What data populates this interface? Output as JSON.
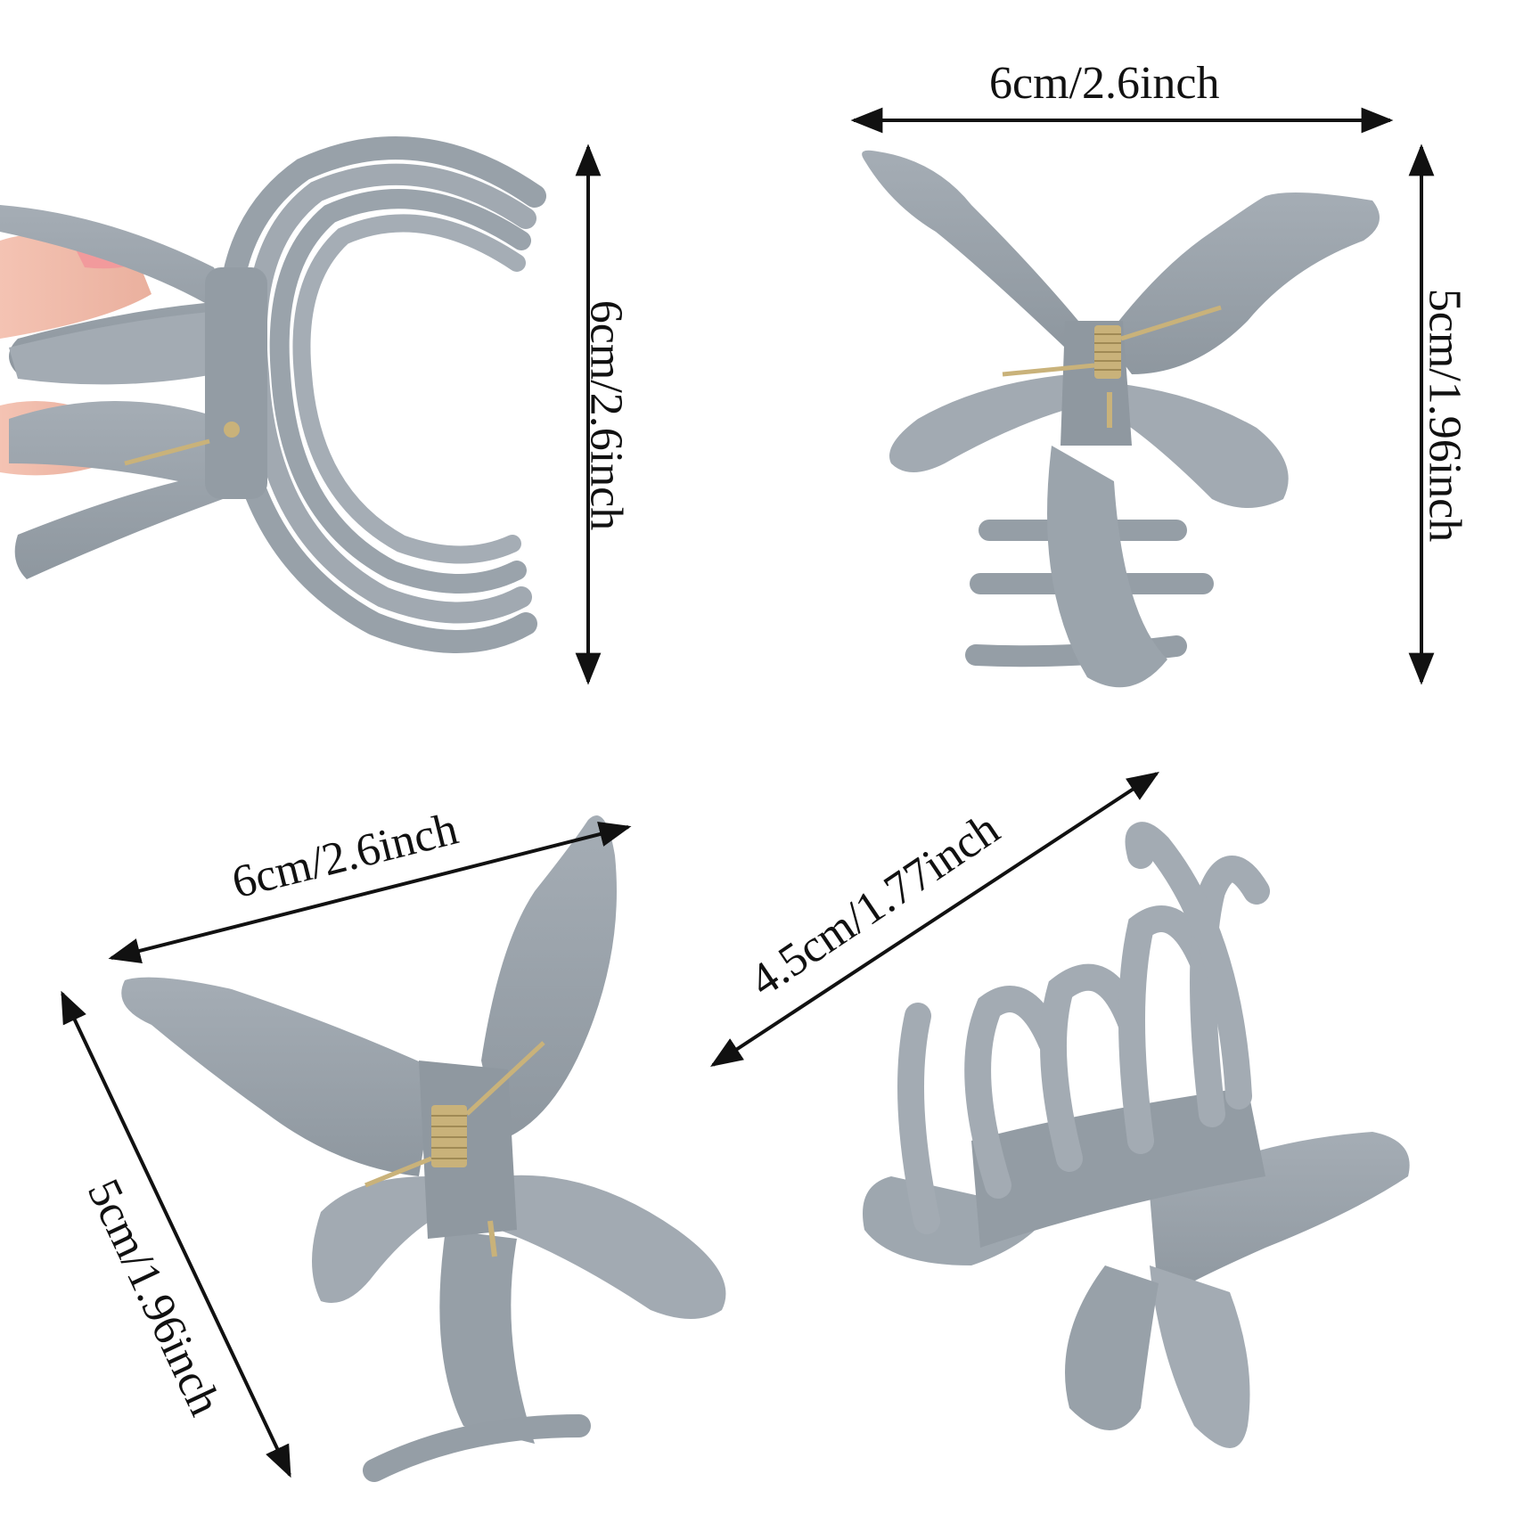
{
  "image": {
    "description": "Product photo of a grey matte butterfly hair claw clip shown from four angles with dimension annotations",
    "background_color": "#ffffff",
    "clip_color": "#9aa3ab",
    "clip_shadow_color": "#838c95",
    "spring_color": "#c9b27a",
    "skin_color": "#f0b9a8",
    "nail_color": "#f29a9c",
    "annotation_color": "#111111"
  },
  "views": [
    {
      "id": "open-side-view",
      "position": "top-left",
      "description": "Clip held open between fingers, side view showing curved teeth"
    },
    {
      "id": "front-view",
      "position": "top-right",
      "description": "Front view of butterfly clip with gold spring"
    },
    {
      "id": "angled-front-view",
      "position": "bottom-left",
      "description": "Angled front view of butterfly clip with gold spring"
    },
    {
      "id": "back-teeth-view",
      "position": "bottom-right",
      "description": "Rear view showing interlocking teeth"
    }
  ],
  "dimensions": {
    "open_height": "6cm/2.6inch",
    "front_width": "6cm/2.6inch",
    "front_height": "5cm/1.96inch",
    "angled_width": "6cm/2.6inch",
    "angled_height": "5cm/1.96inch",
    "depth": "4.5cm/1.77inch"
  }
}
